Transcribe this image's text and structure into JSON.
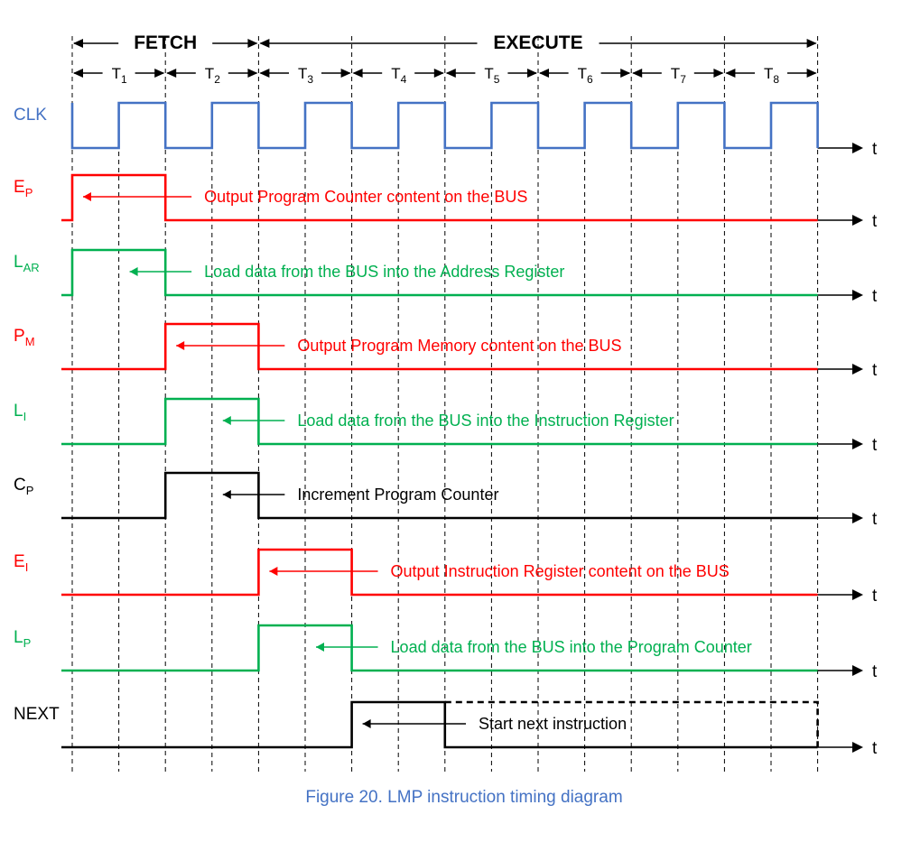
{
  "phases": [
    {
      "id": "fetch",
      "label": "FETCH"
    },
    {
      "id": "execute",
      "label": "EXECUTE"
    }
  ],
  "states": [
    {
      "base": "T",
      "sub": "1"
    },
    {
      "base": "T",
      "sub": "2"
    },
    {
      "base": "T",
      "sub": "3"
    },
    {
      "base": "T",
      "sub": "4"
    },
    {
      "base": "T",
      "sub": "5"
    },
    {
      "base": "T",
      "sub": "6"
    },
    {
      "base": "T",
      "sub": "7"
    },
    {
      "base": "T",
      "sub": "8"
    }
  ],
  "time_label": "t",
  "caption": "Figure 20.  LMP instruction timing diagram",
  "colors": {
    "clk": "#4472C4",
    "red": "#FF0000",
    "green": "#00B050",
    "black": "#000000",
    "caption": "#4472C4"
  },
  "signals": [
    {
      "id": "clk",
      "base": "CLK",
      "sub": "",
      "color": "clk",
      "type": "clock",
      "active_units": [],
      "annotation": ""
    },
    {
      "id": "ep",
      "base": "E",
      "sub": "P",
      "color": "red",
      "type": "pulse",
      "active_units": [
        0,
        2
      ],
      "annotation": "Output Program Counter content on the BUS",
      "arrow_unit": 0
    },
    {
      "id": "lar",
      "base": "L",
      "sub": "AR",
      "color": "green",
      "type": "pulse",
      "active_units": [
        0,
        2
      ],
      "annotation": "Load data from the BUS into the Address Register",
      "arrow_unit": 1
    },
    {
      "id": "pm",
      "base": "P",
      "sub": "M",
      "color": "red",
      "type": "pulse",
      "active_units": [
        2,
        4
      ],
      "annotation": "Output Program Memory content on the BUS",
      "arrow_unit": 2
    },
    {
      "id": "li",
      "base": "L",
      "sub": "I",
      "color": "green",
      "type": "pulse",
      "active_units": [
        2,
        4
      ],
      "annotation": "Load data from the BUS into the Instruction Register",
      "arrow_unit": 3
    },
    {
      "id": "cp",
      "base": "C",
      "sub": "P",
      "color": "black",
      "type": "pulse",
      "active_units": [
        2,
        4
      ],
      "annotation": "Increment Program Counter",
      "arrow_unit": 3
    },
    {
      "id": "ei",
      "base": "E",
      "sub": "I",
      "color": "red",
      "type": "pulse",
      "active_units": [
        4,
        6
      ],
      "annotation": "Output Instruction Register content on the BUS",
      "arrow_unit": 4
    },
    {
      "id": "lp",
      "base": "L",
      "sub": "P",
      "color": "green",
      "type": "pulse",
      "active_units": [
        4,
        6
      ],
      "annotation": "Load data from the BUS into the Program Counter",
      "arrow_unit": 5
    },
    {
      "id": "next",
      "base": "NEXT",
      "sub": "",
      "color": "black",
      "type": "next",
      "active_units": [
        6,
        16
      ],
      "solid_until_unit": 8,
      "annotation": "Start next instruction",
      "arrow_unit": 6
    }
  ]
}
